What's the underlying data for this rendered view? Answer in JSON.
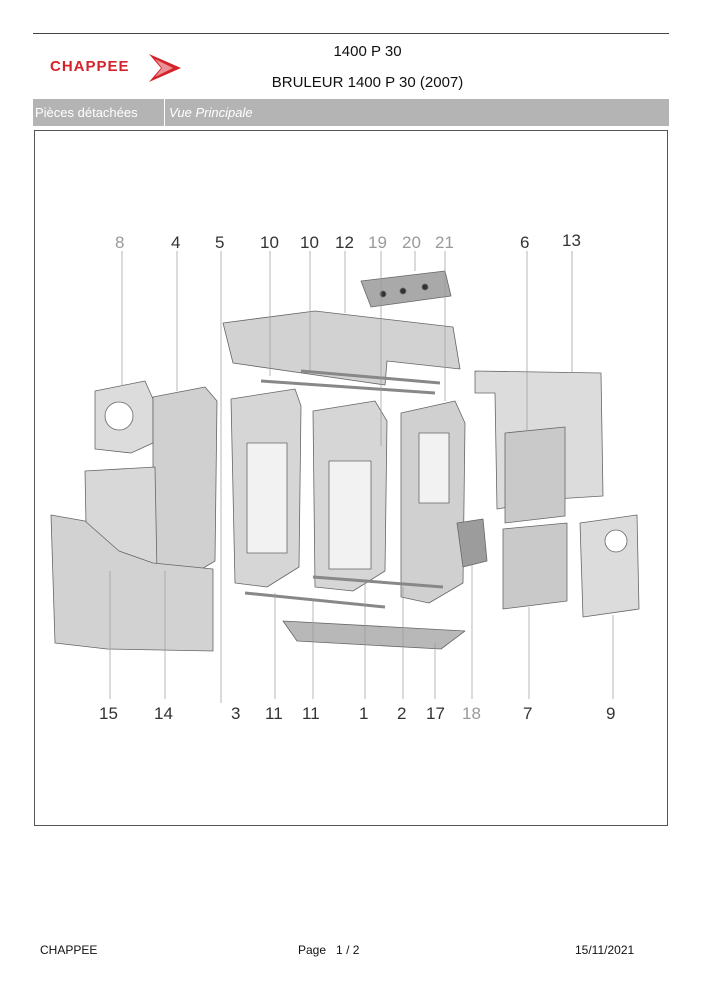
{
  "header": {
    "brand": "CHAPPEE",
    "model": "1400 P 30",
    "subtitle": "BRULEUR 1400 P 30 (2007)"
  },
  "tabs": [
    {
      "label": "Pièces détachées"
    },
    {
      "label": "Vue Principale"
    }
  ],
  "diagram": {
    "top_callouts": [
      "8",
      "4",
      "5",
      "10",
      "10",
      "12",
      "19",
      "20",
      "21",
      "6",
      "13"
    ],
    "bottom_callouts": [
      "15",
      "14",
      "3",
      "11",
      "11",
      "1",
      "2",
      "17",
      "18",
      "7",
      "9"
    ]
  },
  "footer": {
    "brand": "CHAPPEE",
    "page_label": "Page",
    "page_current": "1",
    "page_sep": "/",
    "page_total": "2",
    "date": "15/11/2021"
  },
  "colors": {
    "brand_red": "#d4232a",
    "tab_gray": "#b4b4b4",
    "part_gray": "#d6d6d6"
  }
}
